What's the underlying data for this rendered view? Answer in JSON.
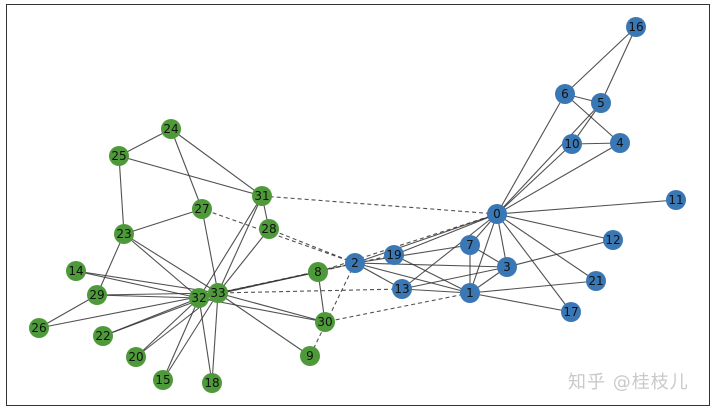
{
  "graph": {
    "colors": {
      "group_a": "#3a78b5",
      "group_b": "#4e9a3a",
      "edge": "#333333"
    },
    "nodes": [
      {
        "id": "0",
        "group": "a"
      },
      {
        "id": "1",
        "group": "a"
      },
      {
        "id": "2",
        "group": "a"
      },
      {
        "id": "3",
        "group": "a"
      },
      {
        "id": "4",
        "group": "a"
      },
      {
        "id": "5",
        "group": "a"
      },
      {
        "id": "6",
        "group": "a"
      },
      {
        "id": "7",
        "group": "a"
      },
      {
        "id": "10",
        "group": "a"
      },
      {
        "id": "11",
        "group": "a"
      },
      {
        "id": "12",
        "group": "a"
      },
      {
        "id": "13",
        "group": "a"
      },
      {
        "id": "16",
        "group": "a"
      },
      {
        "id": "17",
        "group": "a"
      },
      {
        "id": "19",
        "group": "a"
      },
      {
        "id": "21",
        "group": "a"
      },
      {
        "id": "8",
        "group": "b"
      },
      {
        "id": "9",
        "group": "b"
      },
      {
        "id": "14",
        "group": "b"
      },
      {
        "id": "15",
        "group": "b"
      },
      {
        "id": "18",
        "group": "b"
      },
      {
        "id": "20",
        "group": "b"
      },
      {
        "id": "22",
        "group": "b"
      },
      {
        "id": "23",
        "group": "b"
      },
      {
        "id": "24",
        "group": "b"
      },
      {
        "id": "25",
        "group": "b"
      },
      {
        "id": "26",
        "group": "b"
      },
      {
        "id": "27",
        "group": "b"
      },
      {
        "id": "28",
        "group": "b"
      },
      {
        "id": "29",
        "group": "b"
      },
      {
        "id": "30",
        "group": "b"
      },
      {
        "id": "31",
        "group": "b"
      },
      {
        "id": "32",
        "group": "b"
      },
      {
        "id": "33",
        "group": "b"
      }
    ],
    "edges": [
      [
        "0",
        "1",
        false
      ],
      [
        "0",
        "2",
        false
      ],
      [
        "0",
        "3",
        false
      ],
      [
        "0",
        "4",
        false
      ],
      [
        "0",
        "5",
        false
      ],
      [
        "0",
        "6",
        false
      ],
      [
        "0",
        "7",
        false
      ],
      [
        "0",
        "10",
        false
      ],
      [
        "0",
        "11",
        false
      ],
      [
        "0",
        "12",
        false
      ],
      [
        "0",
        "13",
        false
      ],
      [
        "0",
        "17",
        false
      ],
      [
        "0",
        "19",
        false
      ],
      [
        "0",
        "21",
        false
      ],
      [
        "0",
        "31",
        true
      ],
      [
        "0",
        "8",
        true
      ],
      [
        "1",
        "2",
        false
      ],
      [
        "1",
        "3",
        false
      ],
      [
        "1",
        "7",
        false
      ],
      [
        "1",
        "13",
        false
      ],
      [
        "1",
        "17",
        false
      ],
      [
        "1",
        "19",
        false
      ],
      [
        "1",
        "21",
        false
      ],
      [
        "1",
        "30",
        true
      ],
      [
        "2",
        "3",
        false
      ],
      [
        "2",
        "7",
        false
      ],
      [
        "2",
        "13",
        false
      ],
      [
        "2",
        "8",
        true
      ],
      [
        "2",
        "9",
        true
      ],
      [
        "2",
        "27",
        true
      ],
      [
        "2",
        "28",
        true
      ],
      [
        "2",
        "32",
        true
      ],
      [
        "3",
        "7",
        false
      ],
      [
        "3",
        "12",
        false
      ],
      [
        "3",
        "13",
        false
      ],
      [
        "4",
        "6",
        false
      ],
      [
        "4",
        "10",
        false
      ],
      [
        "5",
        "6",
        false
      ],
      [
        "5",
        "10",
        false
      ],
      [
        "5",
        "16",
        false
      ],
      [
        "6",
        "16",
        false
      ],
      [
        "13",
        "33",
        true
      ],
      [
        "19",
        "33",
        true
      ],
      [
        "8",
        "30",
        false
      ],
      [
        "8",
        "32",
        false
      ],
      [
        "8",
        "33",
        false
      ],
      [
        "9",
        "33",
        false
      ],
      [
        "14",
        "32",
        false
      ],
      [
        "14",
        "33",
        false
      ],
      [
        "15",
        "32",
        false
      ],
      [
        "15",
        "33",
        false
      ],
      [
        "18",
        "32",
        false
      ],
      [
        "18",
        "33",
        false
      ],
      [
        "20",
        "32",
        false
      ],
      [
        "20",
        "33",
        false
      ],
      [
        "22",
        "32",
        false
      ],
      [
        "22",
        "33",
        false
      ],
      [
        "23",
        "25",
        false
      ],
      [
        "23",
        "27",
        false
      ],
      [
        "23",
        "29",
        false
      ],
      [
        "23",
        "32",
        false
      ],
      [
        "23",
        "33",
        false
      ],
      [
        "24",
        "25",
        false
      ],
      [
        "24",
        "27",
        false
      ],
      [
        "24",
        "31",
        false
      ],
      [
        "25",
        "31",
        false
      ],
      [
        "26",
        "29",
        false
      ],
      [
        "26",
        "33",
        false
      ],
      [
        "27",
        "33",
        false
      ],
      [
        "28",
        "31",
        false
      ],
      [
        "28",
        "33",
        false
      ],
      [
        "29",
        "32",
        false
      ],
      [
        "29",
        "33",
        false
      ],
      [
        "30",
        "32",
        false
      ],
      [
        "30",
        "33",
        false
      ],
      [
        "31",
        "32",
        false
      ],
      [
        "31",
        "33",
        false
      ],
      [
        "32",
        "33",
        false
      ]
    ]
  },
  "watermark": "知乎 @桂枝儿"
}
